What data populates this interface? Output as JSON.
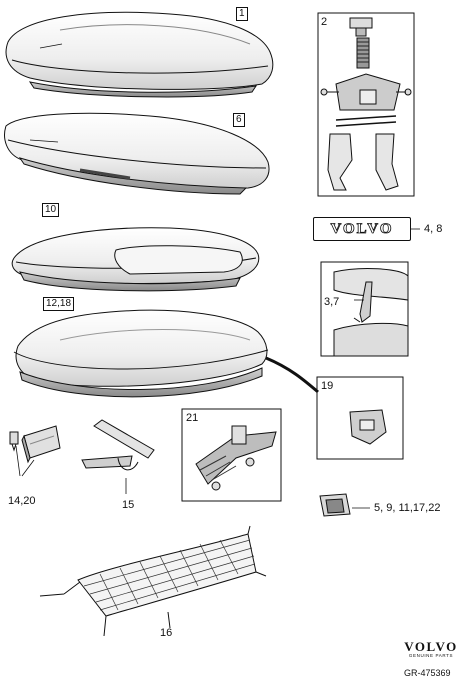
{
  "callouts": {
    "c1": "1",
    "c2": "2",
    "c6": "6",
    "c10": "10",
    "c1218": "12,18",
    "c19": "19",
    "c21": "21",
    "c48": "4, 8",
    "c37": "3,7",
    "c1420": "14,20",
    "c15": "15",
    "c16": "16",
    "c5911": "5, 9, 11,17,22"
  },
  "badge_text": "VOLVO",
  "brand": {
    "name": "VOLVO",
    "sub": "GENUINE PARTS"
  },
  "reference": "GR-475369",
  "colors": {
    "line": "#111111",
    "fill_light": "#f2f2f2",
    "fill_mid": "#d9d9d9",
    "fill_dark": "#9a9a9a"
  }
}
